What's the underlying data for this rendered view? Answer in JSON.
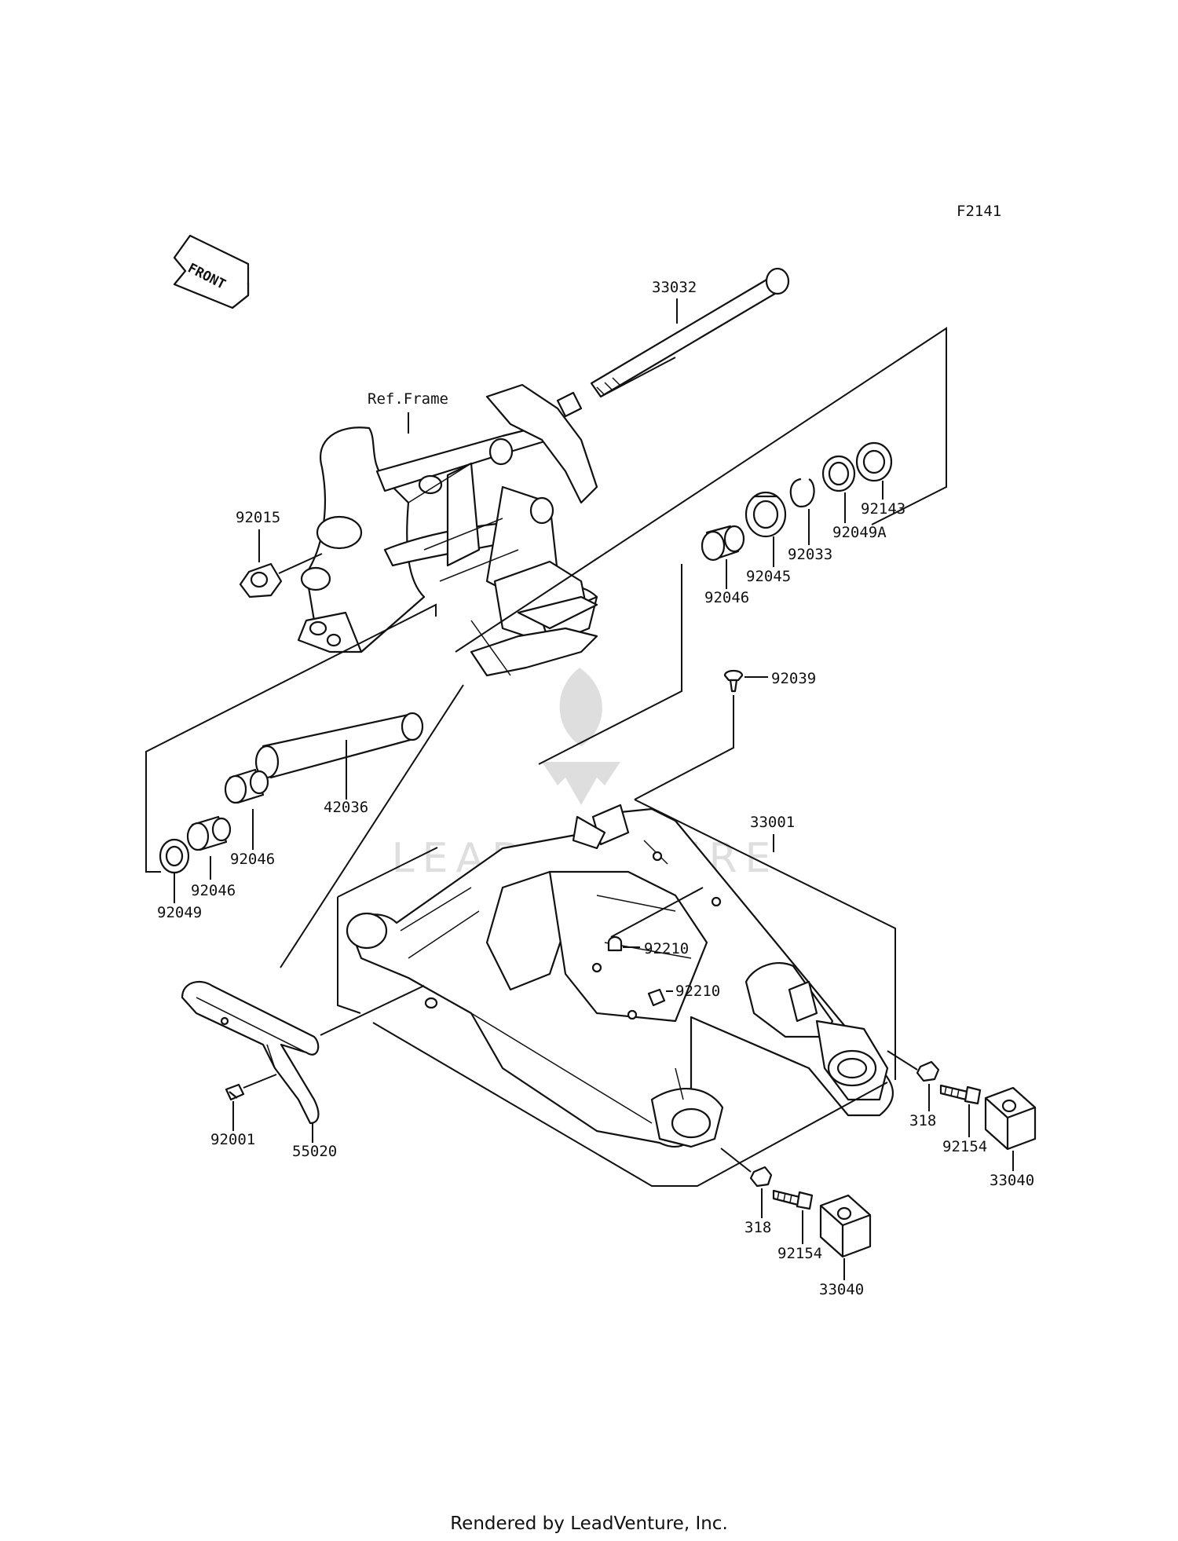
{
  "diagram": {
    "figure_code": "F2141",
    "front_marker": "FRONT",
    "footer": "Rendered by LeadVenture, Inc.",
    "watermark": "LEADVENTURE",
    "labels": {
      "ref_frame": "Ref.Frame",
      "p33032": "33032",
      "p92015": "92015",
      "p92143": "92143",
      "p92049a": "92049A",
      "p92033": "92033",
      "p92045": "92045",
      "p92046_top": "92046",
      "p92039": "92039",
      "p42036": "42036",
      "p92046_a": "92046",
      "p92046_b": "92046",
      "p92049": "92049",
      "p33001": "33001",
      "p92210_a": "92210",
      "p92210_b": "92210",
      "p92001": "92001",
      "p55020": "55020",
      "p318_a": "318",
      "p92154_a": "92154",
      "p33040_a": "33040",
      "p318_b": "318",
      "p92154_b": "92154",
      "p33040_b": "33040"
    }
  }
}
